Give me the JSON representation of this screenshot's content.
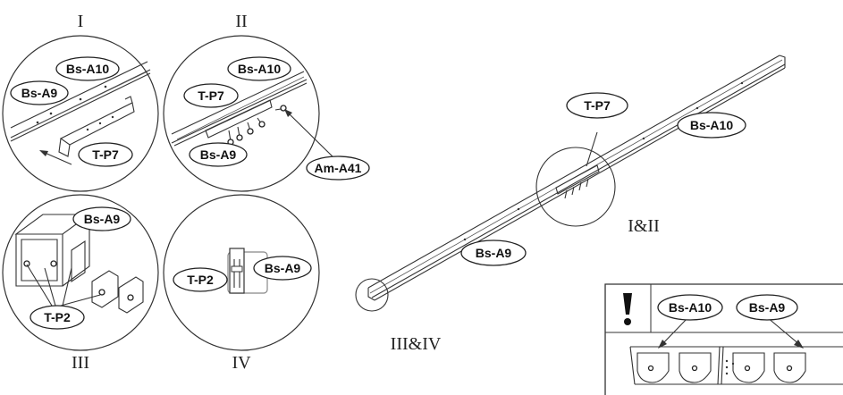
{
  "headings": {
    "step1": "I",
    "step2": "II",
    "step3": "III",
    "step4": "IV",
    "main_assembly": "I&II",
    "end_detail": "III&IV"
  },
  "labels": {
    "bs_a10": "Bs-A10",
    "bs_a9": "Bs-A9",
    "t_p7": "T-P7",
    "t_p2": "T-P2",
    "am_a41": "Am-A41"
  },
  "note": {
    "icon": "exclamation-icon"
  }
}
